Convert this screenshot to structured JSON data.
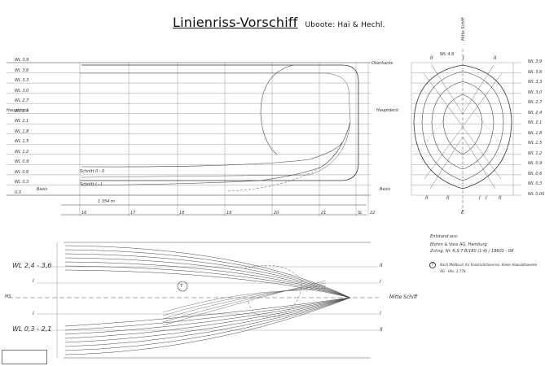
{
  "title": {
    "main": "Linienriss-Vorschiff",
    "sub": "Uboote: Hai & Hechl."
  },
  "profile": {
    "waterlines": [
      "WL 3,9",
      "WL 3,6",
      "WL 3,3",
      "WL 3,0",
      "WL 2,7",
      "WL 2,4",
      "WL 2,1",
      "WL 1,8",
      "WL 1,5",
      "WL 1,2",
      "WL 0,9",
      "WL 0,6",
      "WL 0,3",
      "0,0"
    ],
    "hauptdeck": "Hauptdeck",
    "basis": "Basis",
    "schnitt_2": "Schnitt II - II",
    "schnitt_1": "Schnitt I - I",
    "stations": [
      "16",
      "17",
      "18",
      "19",
      "20",
      "21",
      "SL",
      "22"
    ],
    "length_note": "1 354 m",
    "right_wl_labels": [
      "WL 3,9",
      "WL 3,6",
      "WL 3,3",
      "WL 3,0",
      "WL 2,7",
      "WL 2,4",
      "WL 2,1",
      "WL 1,8",
      "WL 1,5",
      "WL 1,2",
      "WL 0,9",
      "WL 0,6",
      "WL 0,3",
      "WL 0,00"
    ]
  },
  "body_plan": {
    "oberkante": "Oberkante",
    "hauptdeck": "Hauptdeck",
    "basis": "Basis",
    "mitte_schiff": "Mitte Schiff",
    "section_marks_top": [
      "II",
      "I",
      "II"
    ],
    "section_marks_bottom": [
      "II",
      "II",
      "I",
      "I",
      "II"
    ],
    "wl_top": "WL 4,9",
    "bottom_mark": "E"
  },
  "plan": {
    "wl_upper": "WL 2,4 - 3,6",
    "wl_lower": "WL 0,3 - 2,1",
    "sections": [
      "I",
      "I",
      "II",
      "II",
      "I",
      "I"
    ],
    "center_label": "MS",
    "mitte_schiff": "Mitte Schiff",
    "circle_mark": "T"
  },
  "notes": {
    "entstanden": "Entstand aus:",
    "company": "Blohm & Voss AG, Hamburg",
    "drawing_no": "Zchng. Nr. R.S 7 B/180 (1:4) / 18601 - 08",
    "circle": "T",
    "addendum": "Nach Meßbuch für Knickschlinienriss, Kieler Howaldtswerke",
    "addendum2": "AG - Hhs. 3 778"
  }
}
